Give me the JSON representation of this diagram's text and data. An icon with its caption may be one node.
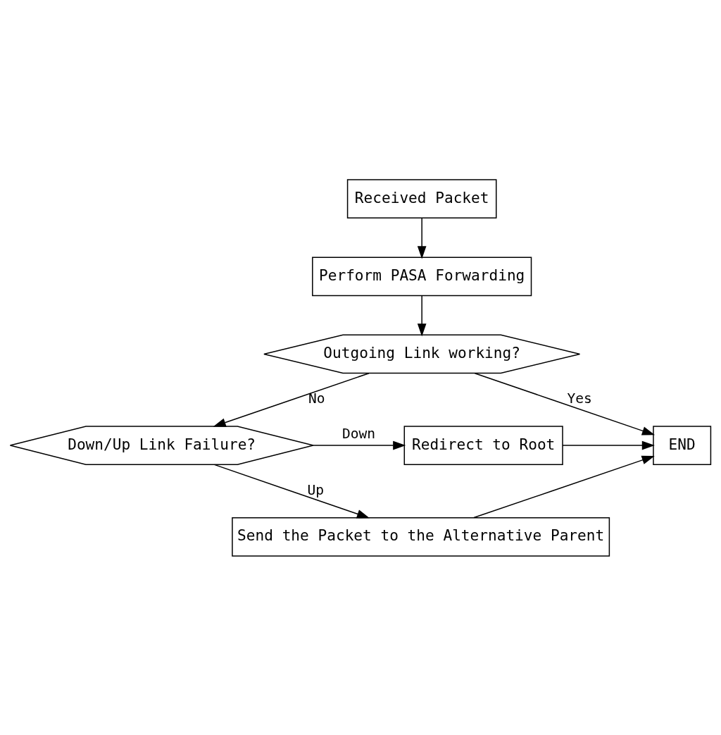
{
  "diagram": {
    "nodes": [
      {
        "text": [
          "Received Packet"
        ]
      },
      {
        "text": [
          "Perform PASA Forwarding"
        ]
      },
      {
        "text": [
          "Outgoing Link working?"
        ]
      },
      {
        "text": [
          "Down/Up Link Failure?"
        ]
      },
      {
        "text": [
          "Redirect to Root"
        ]
      },
      {
        "text": [
          "END"
        ]
      },
      {
        "text": [
          "Send the Packet to the Alternative Parent"
        ]
      }
    ],
    "edges": [
      {
        "from": 0,
        "to": 1,
        "arrow": "to"
      },
      {
        "from": 1,
        "to": 2,
        "arrow": "to"
      },
      {
        "from": 2,
        "to": 5,
        "label": "Yes",
        "arrow": "to"
      },
      {
        "from": 2,
        "to": 3,
        "label": "No",
        "arrow": "to"
      },
      {
        "from": 3,
        "to": 4,
        "label": "Down",
        "arrow": "to"
      },
      {
        "from": 4,
        "to": 5,
        "arrow": "to"
      },
      {
        "from": 3,
        "to": 6,
        "label": "Up",
        "arrow": "to"
      },
      {
        "from": 6,
        "to": 5,
        "arrow": "to"
      }
    ]
  }
}
